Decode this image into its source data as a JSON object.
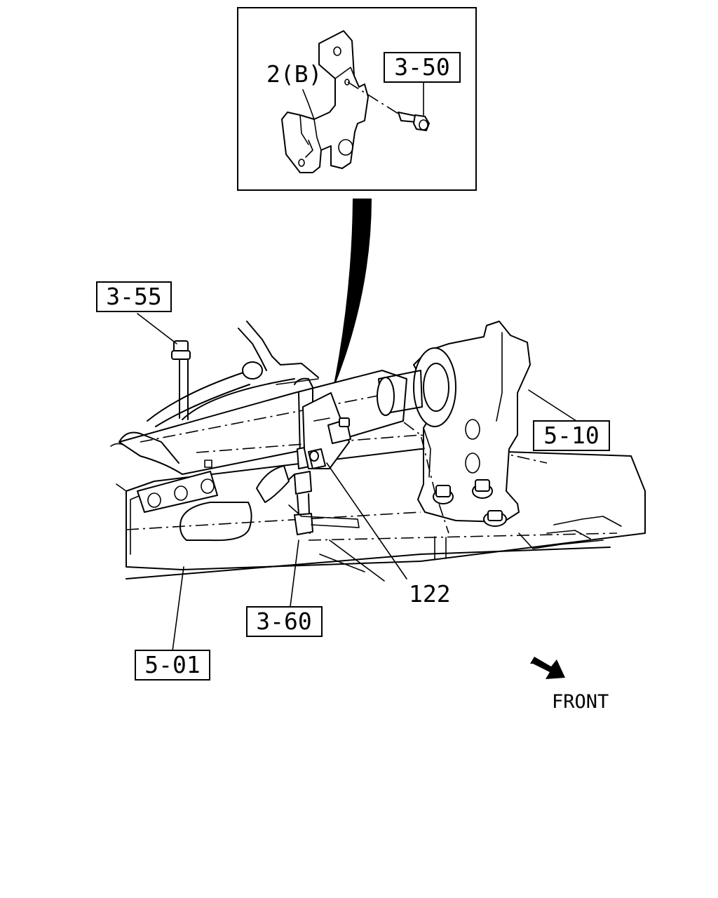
{
  "callouts": {
    "c_3_50": "3-50",
    "c_3_55": "3-55",
    "c_5_10": "5-10",
    "c_3_60": "3-60",
    "c_5_01": "5-01"
  },
  "labels": {
    "part_2b": "2(B)",
    "part_122": "122",
    "front": "FRONT"
  },
  "icons": {
    "front_arrow": "front-direction-arrow-icon"
  }
}
